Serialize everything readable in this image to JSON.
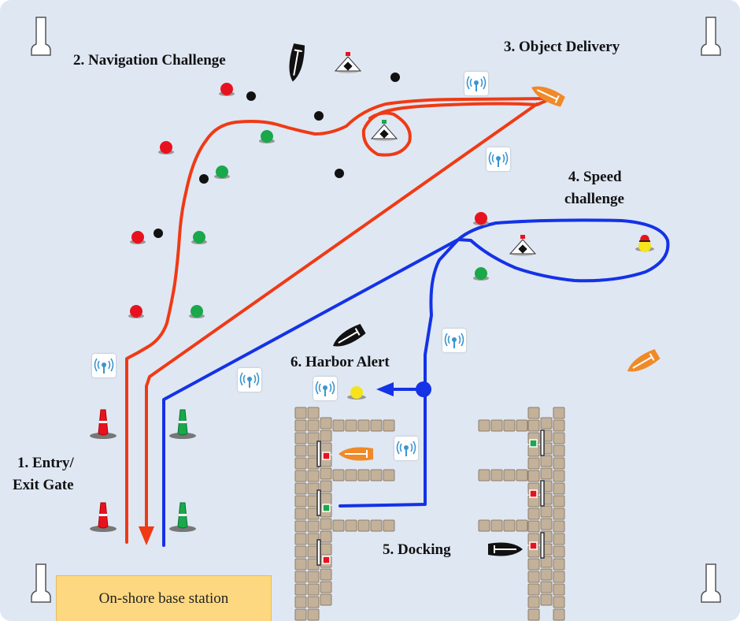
{
  "title_labels": {
    "entry_gate_line1": "1. Entry/",
    "entry_gate_line2": "Exit Gate",
    "navigation": "2. Navigation Challenge",
    "object_delivery": "3. Object Delivery",
    "speed_line1": "4. Speed",
    "speed_line2": "challenge",
    "docking": "5. Docking",
    "harbor_alert": "6. Harbor Alert"
  },
  "base_station": "On-shore base station",
  "colors": {
    "background": "#dfe7f3",
    "red_path": "#f03a14",
    "blue_path": "#1432e6",
    "red_buoy": "#e8121e",
    "green_buoy": "#19a84a",
    "black_buoy": "#111111",
    "yellow_buoy": "#f5e41b",
    "orange_boat": "#f08a28",
    "dock": "#c3b19a",
    "base_station": "#fed880",
    "wifi": "#3a95d0"
  },
  "icons": [
    "anchor-post-icon",
    "wifi-beacon-icon",
    "boat-icon",
    "gate-marker-icon",
    "target-marker-icon",
    "siren-icon"
  ]
}
